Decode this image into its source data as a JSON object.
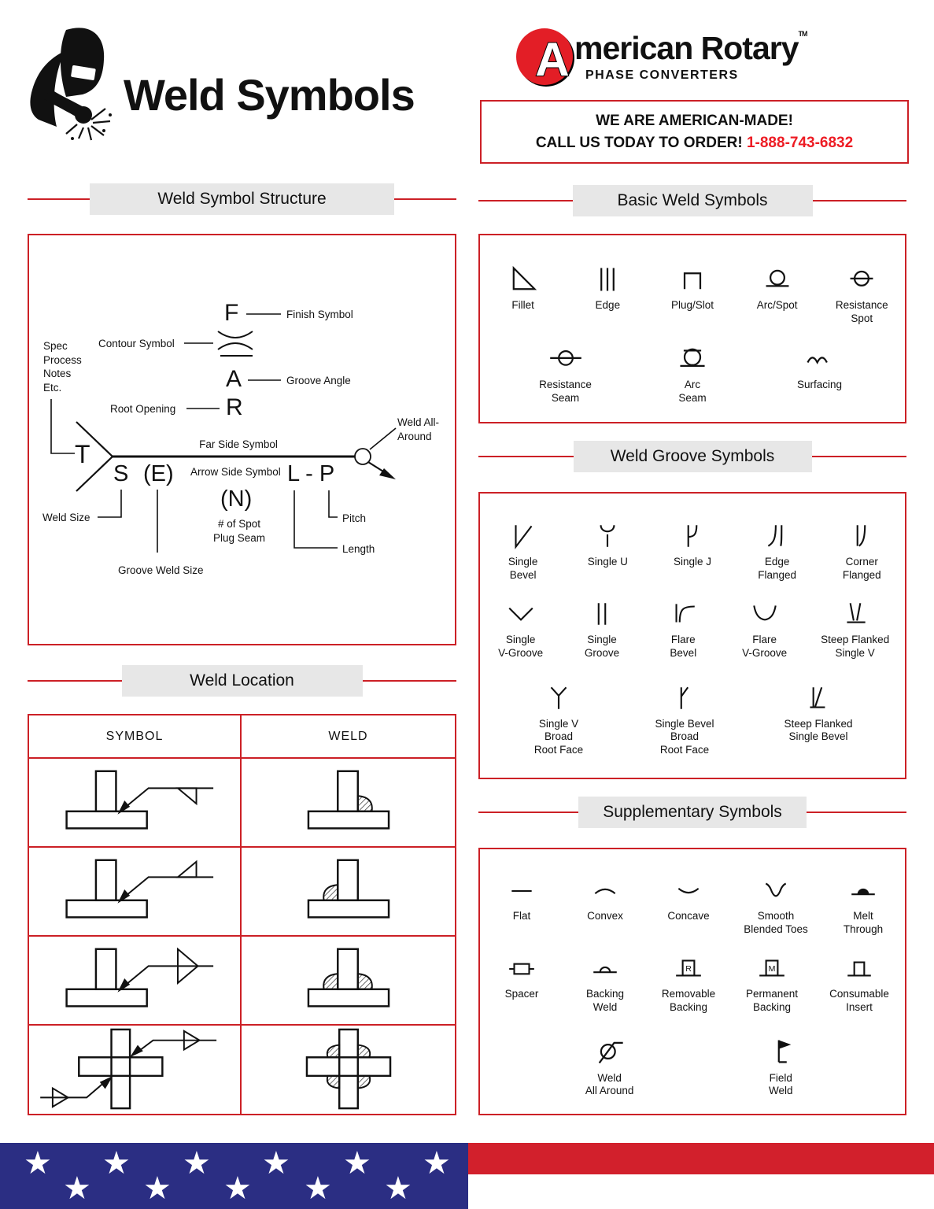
{
  "colors": {
    "accent_red": "#cc2026",
    "phone_red": "#ed1c24",
    "flag_blue": "#2b2e83",
    "flag_red": "#d2202c",
    "logo_red": "#e31e26",
    "header_bg": "#e7e7e7"
  },
  "header": {
    "title": "Weld Symbols",
    "logo_a": "A",
    "logo_rest": "merican Rotary",
    "logo_tm": "TM",
    "logo_tagline": "PHASE CONVERTERS",
    "banner_line1": "WE ARE AMERICAN-MADE!",
    "banner_line2": "CALL US TODAY TO ORDER!",
    "banner_phone": "1-888-743-6832"
  },
  "structure": {
    "title": "Weld Symbol Structure",
    "finish_letter": "F",
    "finish_label": "Finish Symbol",
    "contour_label": "Contour Symbol",
    "angle_letter": "A",
    "angle_label": "Groove Angle",
    "root_letter": "R",
    "root_label": "Root Opening",
    "spec_label": "Spec\nProcess\nNotes\nEtc.",
    "tail_letter": "T",
    "far_side_label": "Far Side Symbol",
    "arrow_side_label": "Arrow Side Symbol",
    "weld_size_letter": "S",
    "groove_size_letter": "(E)",
    "spot_count_letter": "(N)",
    "length_pitch_letters": "L - P",
    "weld_size_label": "Weld Size",
    "groove_size_label": "Groove Weld Size",
    "spot_count_label": "# of Spot\nPlug Seam",
    "pitch_label": "Pitch",
    "length_label": "Length",
    "all_around_label": "Weld All-\nAround"
  },
  "location": {
    "title": "Weld Location",
    "col_symbol": "SYMBOL",
    "col_weld": "WELD"
  },
  "basic": {
    "title": "Basic Weld Symbols",
    "items": [
      "Fillet",
      "Edge",
      "Plug/Slot",
      "Arc/Spot",
      "Resistance\nSpot",
      "Resistance\nSeam",
      "Arc\nSeam",
      "Surfacing"
    ]
  },
  "groove": {
    "title": "Weld Groove Symbols",
    "items": [
      "Single\nBevel",
      "Single U",
      "Single J",
      "Edge\nFlanged",
      "Corner\nFlanged",
      "Single\nV-Groove",
      "Single\nGroove",
      "Flare\nBevel",
      "Flare\nV-Groove",
      "Steep Flanked\nSingle V",
      "Single V\nBroad\nRoot Face",
      "Single Bevel\nBroad\nRoot Face",
      "Steep Flanked\nSingle Bevel"
    ]
  },
  "supplementary": {
    "title": "Supplementary Symbols",
    "items": [
      "Flat",
      "Convex",
      "Concave",
      "Smooth\nBlended Toes",
      "Melt\nThrough",
      "Spacer",
      "Backing\nWeld",
      "Removable\nBacking",
      "Permanent\nBacking",
      "Consumable\nInsert",
      "Weld\nAll Around",
      "Field\nWeld"
    ],
    "removable_letter": "R",
    "permanent_letter": "M"
  }
}
